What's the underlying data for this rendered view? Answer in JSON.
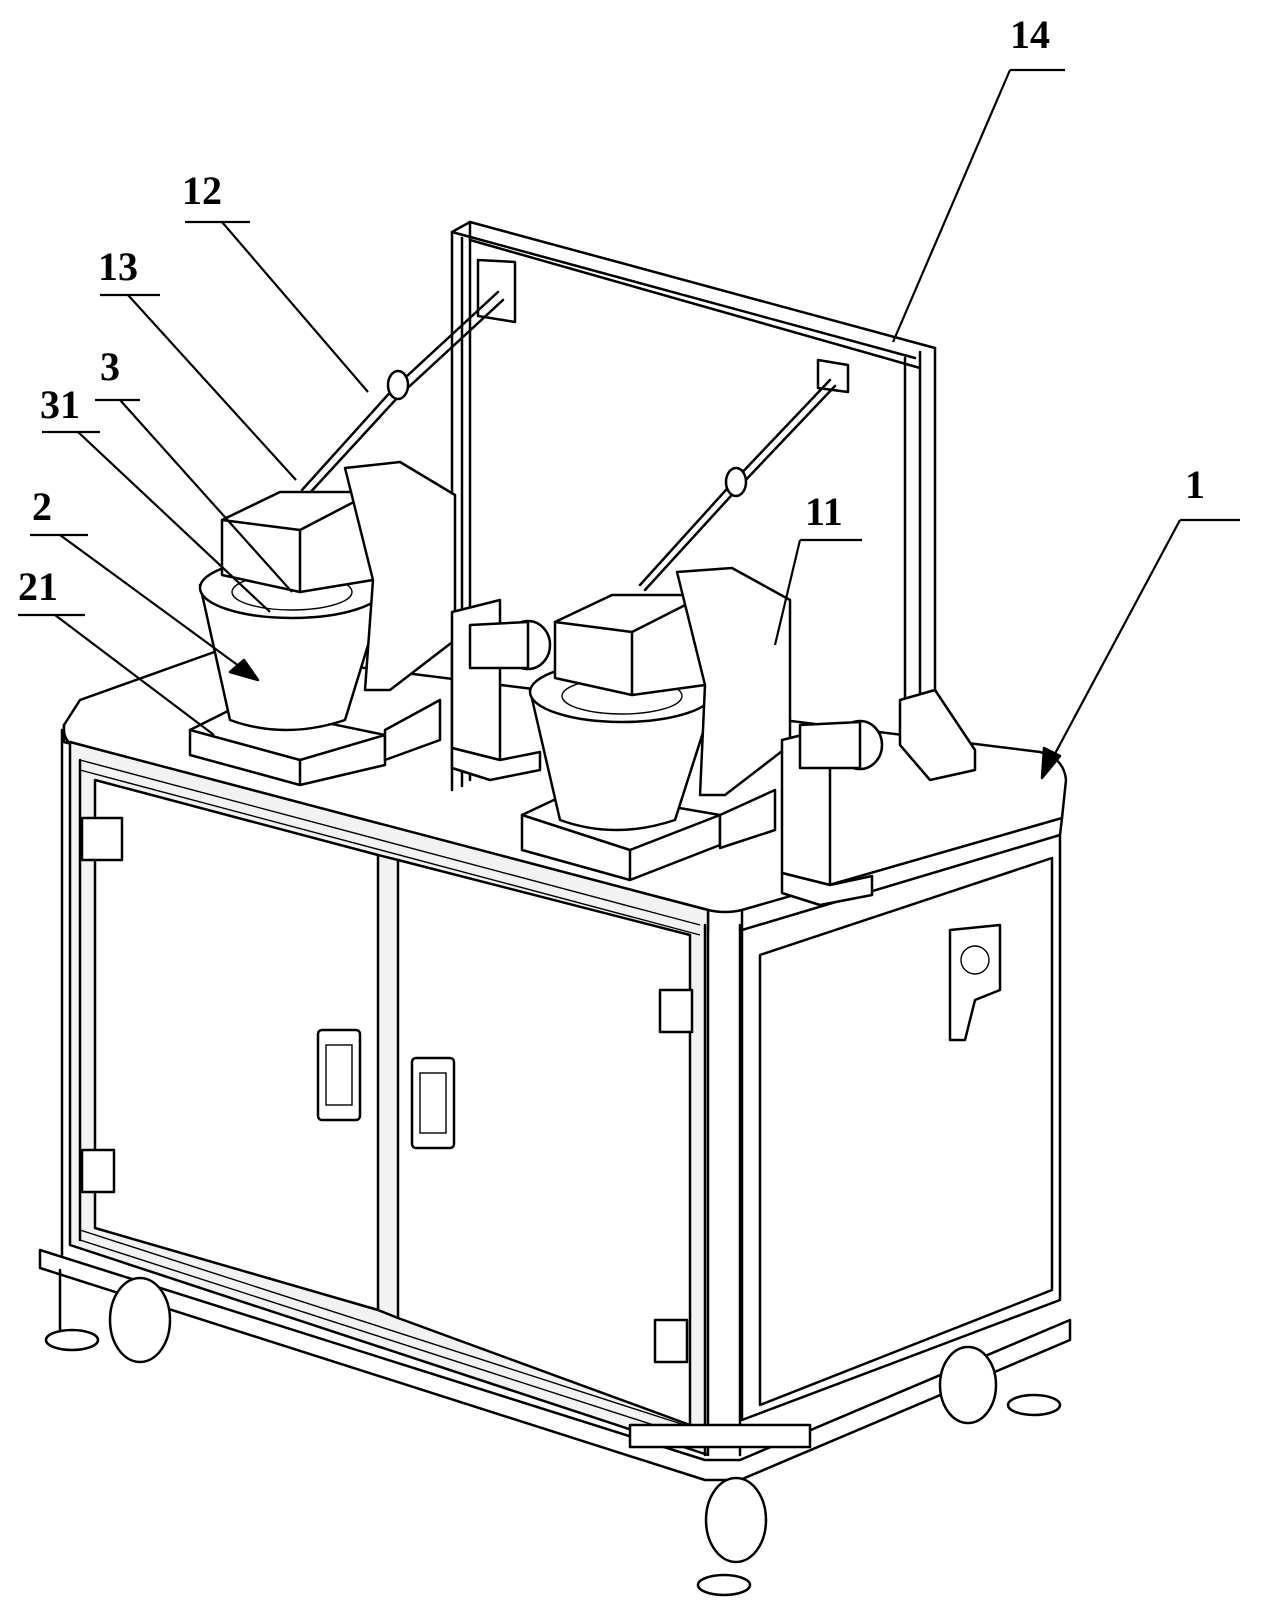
{
  "figure": {
    "callouts": [
      {
        "id": "c14",
        "label": "14"
      },
      {
        "id": "c12",
        "label": "12"
      },
      {
        "id": "c13",
        "label": "13"
      },
      {
        "id": "c3",
        "label": "3"
      },
      {
        "id": "c31",
        "label": "31"
      },
      {
        "id": "c2",
        "label": "2"
      },
      {
        "id": "c21",
        "label": "21"
      },
      {
        "id": "c1",
        "label": "1"
      },
      {
        "id": "c11",
        "label": "11"
      }
    ]
  },
  "colors": {
    "line": "#000000",
    "background": "#ffffff",
    "panel": "#f2f2f2"
  }
}
